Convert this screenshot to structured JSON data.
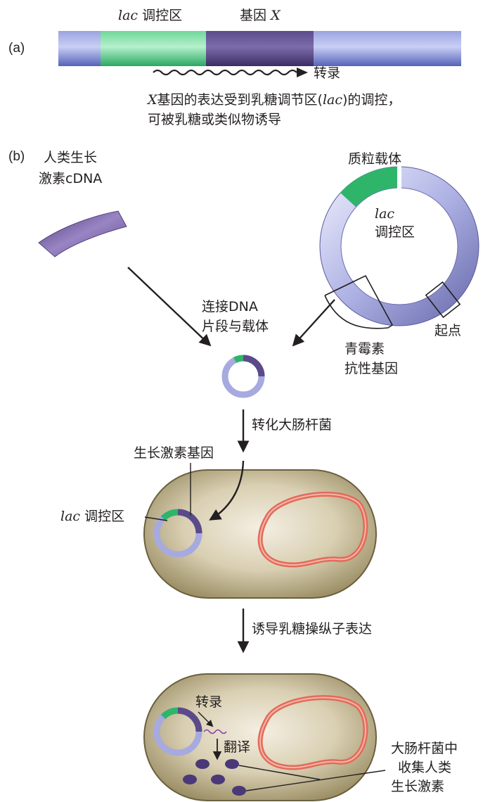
{
  "panel_a": {
    "label": "(a)",
    "gene_bar": {
      "lac_italic": "lac",
      "lac_text": "调控区",
      "gene_text": "基因",
      "gene_italic": "X"
    },
    "transcription_label": "转录",
    "caption_line1_italic": "X",
    "caption_line1_a": "基因的表达受到乳糖调节区(",
    "caption_line1_b": "lac",
    "caption_line1_c": ")的调控，",
    "caption_line2": "可被乳糖或类似物诱导",
    "colors": {
      "blue": "#6e79c8",
      "green": "#3bbf73",
      "purple": "#4e3d7a"
    }
  },
  "panel_b": {
    "label": "(b)",
    "cdna_label_1": "人类生长",
    "cdna_label_2": "激素cDNA",
    "plasmid_label": "质粒载体",
    "lac_italic": "lac",
    "lac_region_label": "调控区",
    "ligation_1": "连接DNA",
    "ligation_2": "片段与载体",
    "antibiotic_1": "青霉素",
    "antibiotic_2": "抗性基因",
    "origin_label": "起点",
    "transform_label": "转化大肠杆菌",
    "gh_gene_label": "生长激素基因",
    "lac_in_cell_italic": "lac",
    "lac_in_cell_text": "调控区",
    "induce_label": "诱导乳糖操纵子表达",
    "transcription_label": "转录",
    "translation_label": "翻译",
    "collect_1": "大肠杆菌中",
    "collect_2": "收集人类",
    "collect_3": "生长激素"
  }
}
